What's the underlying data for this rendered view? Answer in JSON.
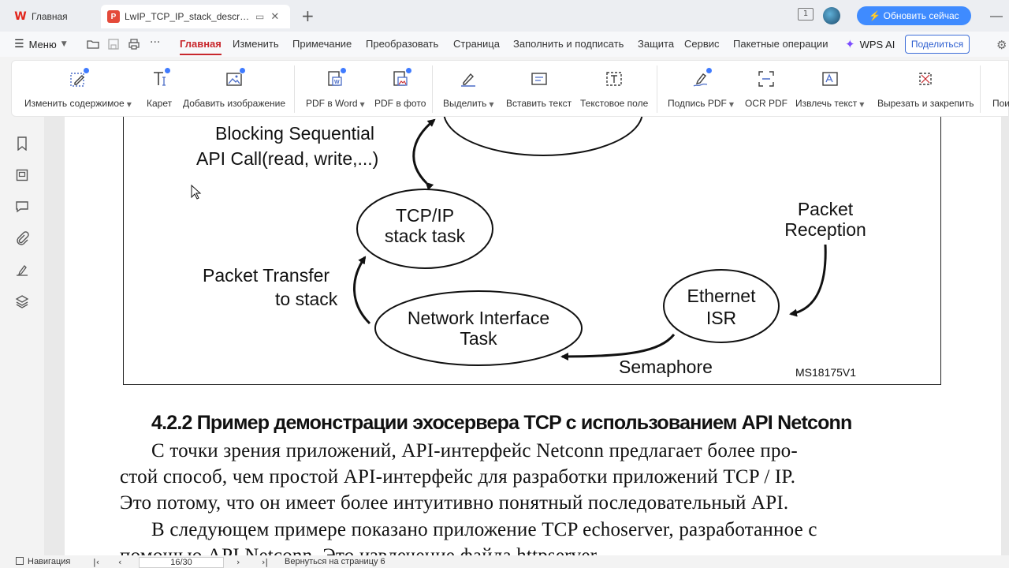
{
  "tabs": {
    "home_label": "Главная",
    "doc_title": "LwIP_TCP_IP_stack_description_"
  },
  "titlebar": {
    "update_label": "⚡ Обновить сейчас",
    "window_counter": "1"
  },
  "menu": {
    "menu_label": "Меню",
    "items": [
      "Главная",
      "Изменить",
      "Примечание",
      "Преобразовать",
      "Страница",
      "Заполнить и подписать",
      "Защита",
      "Сервис",
      "Пакетные операции"
    ],
    "wps_ai": "WPS AI",
    "share": "Поделиться"
  },
  "toolbar": {
    "tools": [
      {
        "label": "Изменить содержимое",
        "dropdown": true
      },
      {
        "label": "Карет",
        "dropdown": false
      },
      {
        "label": "Добавить изображение",
        "dropdown": false
      },
      {
        "label": "PDF в Word",
        "dropdown": true
      },
      {
        "label": "PDF в фото",
        "dropdown": false
      },
      {
        "label": "Выделить",
        "dropdown": true
      },
      {
        "label": "Вставить текст",
        "dropdown": false
      },
      {
        "label": "Текстовое поле",
        "dropdown": false
      },
      {
        "label": "Подпись PDF",
        "dropdown": true
      },
      {
        "label": "OCR PDF",
        "dropdown": false
      },
      {
        "label": "Извлечь текст",
        "dropdown": true
      },
      {
        "label": "Вырезать и закрепить",
        "dropdown": false
      },
      {
        "label": "Пои",
        "dropdown": false
      }
    ]
  },
  "diagram": {
    "blocking_line1": "Blocking Sequential",
    "blocking_line2": "API Call(read, write,...)",
    "tcpip_line1": "TCP/IP",
    "tcpip_line2": "stack task",
    "packet_reception_line1": "Packet",
    "packet_reception_line2": "Reception",
    "packet_transfer_line1": "Packet Transfer",
    "packet_transfer_line2": "to stack",
    "netif_line1": "Network Interface",
    "netif_line2": "Task",
    "eth_line1": "Ethernet",
    "eth_line2": "ISR",
    "semaphore": "Semaphore",
    "code": "MS18175V1"
  },
  "document": {
    "heading": "4.2.2 Пример демонстрации эхосервера TCP с использованием API Netconn",
    "lines": [
      "С точки зрения приложений, API-интерфейс Netconn предлагает более про-",
      "стой способ, чем простой API-интерфейс для разработки приложений TCP / IP.",
      "Это потому, что он имеет более интуитивно понятный последовательный API.",
      "В следующем примере показано приложение TCP echoserver, разработанное с",
      "помощью API Netconn. Это извлечение файла httpserver..."
    ]
  },
  "statusbar": {
    "navigation": "Навигация",
    "page": "16/30",
    "back_to": "Вернуться на страницу 6"
  }
}
